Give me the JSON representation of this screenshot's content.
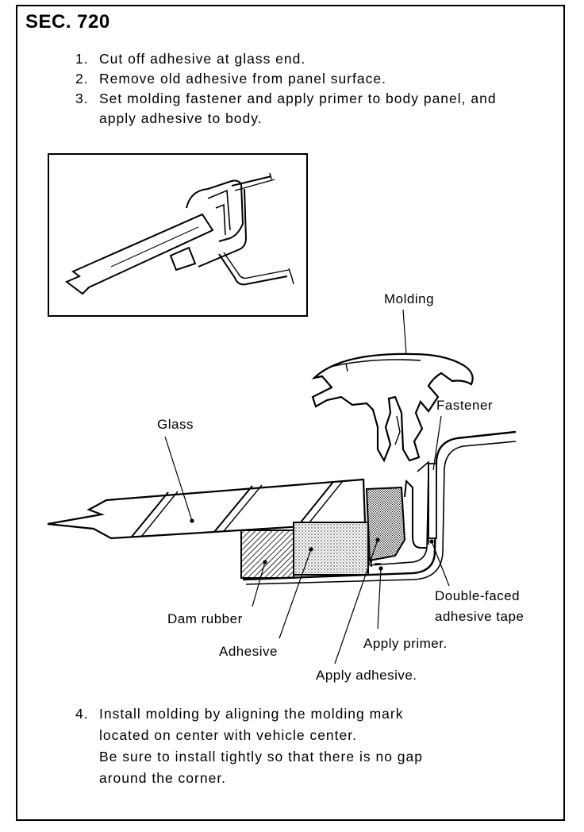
{
  "section": {
    "title": "SEC. 720"
  },
  "steps": [
    {
      "num": "1.",
      "text": "Cut off adhesive at glass end."
    },
    {
      "num": "2.",
      "text": "Remove old adhesive from panel surface."
    },
    {
      "num": "3.",
      "text": "Set molding fastener and apply primer to body panel, and apply adhesive to body."
    }
  ],
  "step4": {
    "num": "4.",
    "lines": [
      "Install molding by aligning the molding mark",
      "located on center with vehicle center.",
      "Be sure to install tightly so that there is no gap",
      "around the corner."
    ]
  },
  "diagram": {
    "labels": {
      "molding": "Molding",
      "fastener": "Fastener",
      "glass": "Glass",
      "dam_rubber": "Dam rubber",
      "adhesive": "Adhesive",
      "apply_primer": "Apply primer.",
      "apply_adhesive": "Apply adhesive.",
      "double_faced_1": "Double-faced",
      "double_faced_2": "adhesive tape"
    }
  }
}
